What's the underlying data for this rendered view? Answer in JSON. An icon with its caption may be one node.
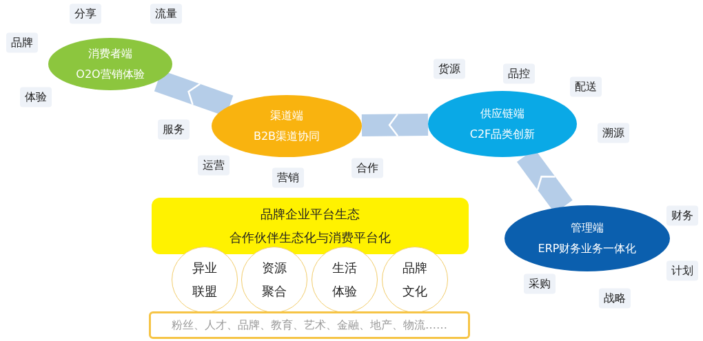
{
  "diagram": {
    "nodes": [
      {
        "text": [
          "消费者端",
          "O2O营销体验"
        ]
      },
      {
        "text": [
          "渠道端",
          "B2B渠道协同"
        ]
      },
      {
        "text": [
          "供应链端",
          "C2F品类创新"
        ]
      },
      {
        "text": [
          "管理端",
          "ERP财务业务一体化"
        ]
      },
      {
        "text": [
          "品牌企业平台生态",
          "合作伙伴生态化与消费平台化"
        ]
      },
      {
        "text": [
          "异业联盟"
        ]
      },
      {
        "text": [
          "资源聚合"
        ]
      },
      {
        "text": [
          "生活体验"
        ]
      },
      {
        "text": [
          "品牌文化"
        ]
      },
      {
        "text": [
          "粉丝、人才、品牌、教育、艺术、金融、地产、物流……"
        ]
      }
    ],
    "edges": [
      {
        "from": 3,
        "to": 2,
        "arrow": "to"
      },
      {
        "from": 2,
        "to": 1,
        "arrow": "to"
      },
      {
        "from": 1,
        "to": 0,
        "arrow": "to"
      }
    ],
    "labels": [
      "分享",
      "流量",
      "品牌",
      "体验",
      "服务",
      "运营",
      "营销",
      "合作",
      "货源",
      "品控",
      "配送",
      "溯源",
      "财务",
      "计划",
      "采购",
      "战略"
    ]
  }
}
